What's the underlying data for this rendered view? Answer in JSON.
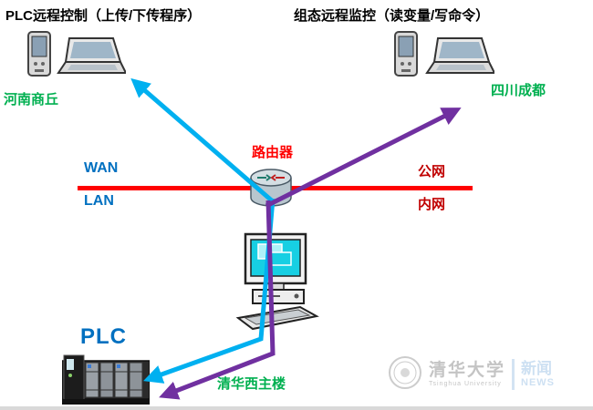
{
  "diagram": {
    "title_left": "PLC远程控制（上传/下传程序）",
    "title_right": "组态远程监控（读变量/写命令）",
    "location_left": "河南商丘",
    "location_right": "四川成都",
    "router_label": "路由器",
    "wan_label": "WAN",
    "lan_label": "LAN",
    "public_label": "公网",
    "internal_label": "内网",
    "plc_label": "PLC",
    "building_label": "清华西主楼"
  },
  "watermark": {
    "cn": "清华大学",
    "en": "Tsinghua University",
    "news_cn": "新闻",
    "news_en": "NEWS"
  },
  "colors": {
    "arrow_cyan": "#00b0f0",
    "arrow_purple": "#7030a0",
    "backbone_red": "#ff0000",
    "label_green": "#00b050",
    "label_blue": "#0070c0",
    "label_dark_red": "#c00000",
    "router_label_red": "#ff0000"
  }
}
